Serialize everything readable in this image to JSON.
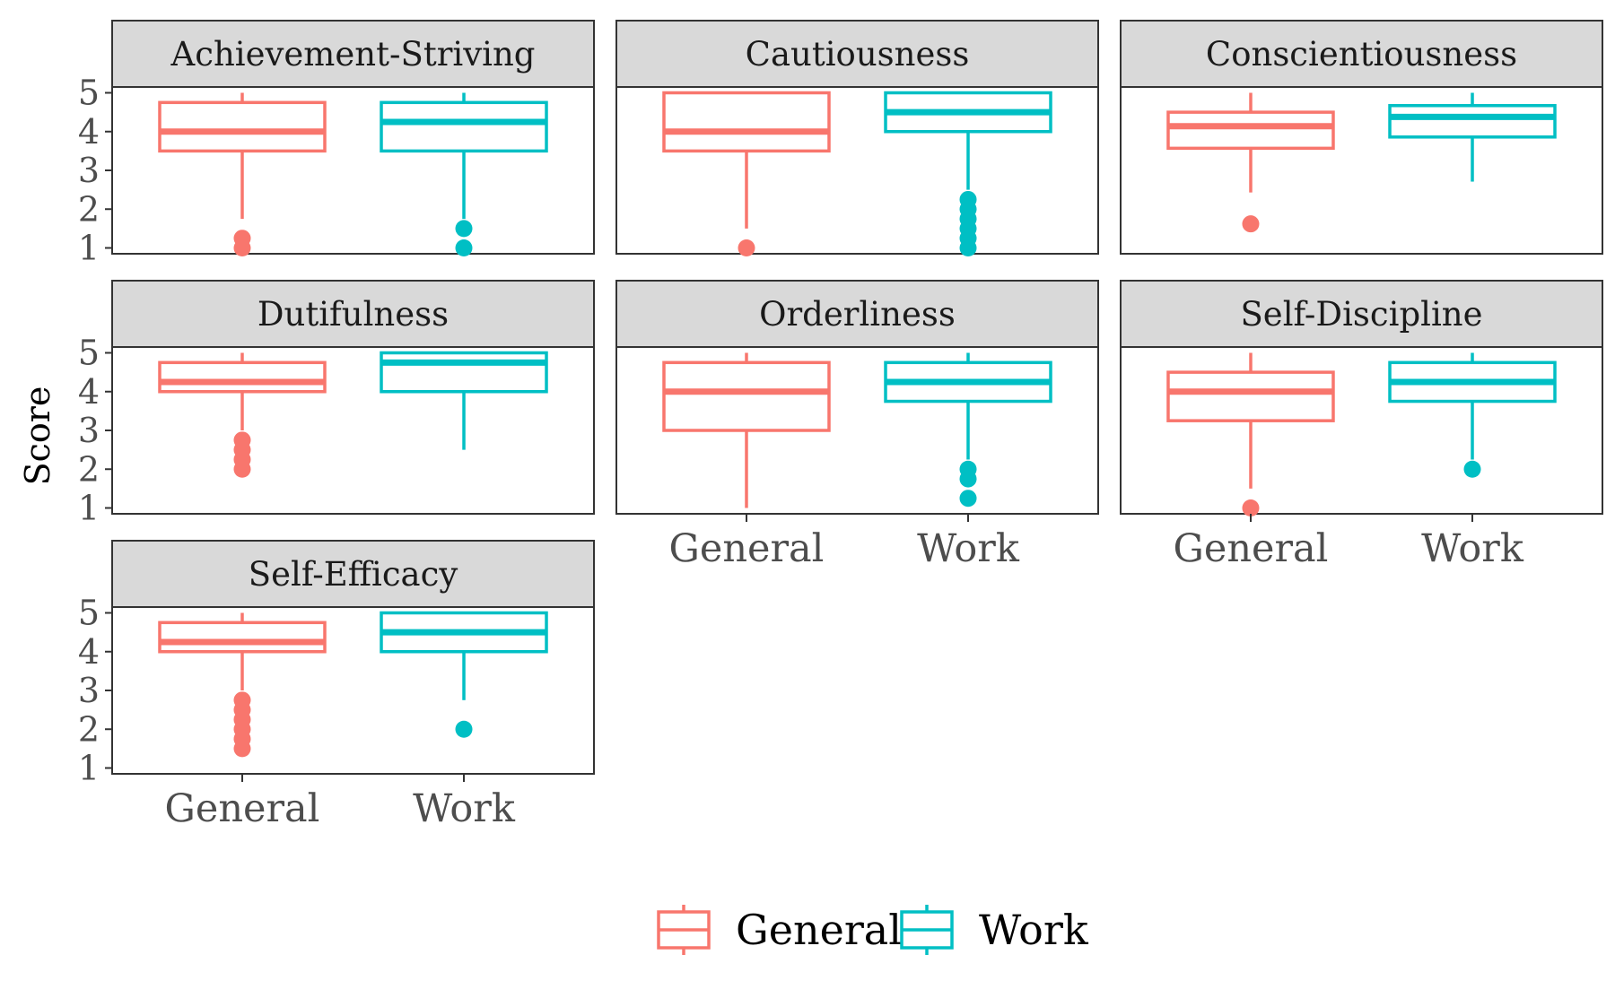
{
  "chart_data": {
    "type": "boxplot",
    "ylabel": "Score",
    "ylim": [
      1,
      5
    ],
    "yticks": [
      1,
      2,
      3,
      4,
      5
    ],
    "categories": [
      "General",
      "Work"
    ],
    "colors": {
      "General": "#F8766D",
      "Work": "#00BFC4"
    },
    "legend": {
      "position": "bottom",
      "entries": [
        "General",
        "Work"
      ]
    },
    "grid": false,
    "facets": [
      {
        "title": "Achievement-Striving",
        "boxes": [
          {
            "group": "General",
            "q1": 3.5,
            "median": 4.0,
            "q3": 4.75,
            "whisker_low": 1.75,
            "whisker_high": 5.0,
            "outliers": [
              1.0,
              1.25
            ]
          },
          {
            "group": "Work",
            "q1": 3.5,
            "median": 4.25,
            "q3": 4.75,
            "whisker_low": 1.75,
            "whisker_high": 5.0,
            "outliers": [
              1.0,
              1.5
            ]
          }
        ]
      },
      {
        "title": "Cautiousness",
        "boxes": [
          {
            "group": "General",
            "q1": 3.5,
            "median": 4.0,
            "q3": 5.0,
            "whisker_low": 1.5,
            "whisker_high": 5.0,
            "outliers": [
              1.0
            ]
          },
          {
            "group": "Work",
            "q1": 4.0,
            "median": 4.5,
            "q3": 5.0,
            "whisker_low": 2.5,
            "whisker_high": 5.0,
            "outliers": [
              1.0,
              1.25,
              1.5,
              1.75,
              2.0,
              2.25
            ]
          }
        ]
      },
      {
        "title": "Conscientiousness",
        "boxes": [
          {
            "group": "General",
            "q1": 3.57,
            "median": 4.14,
            "q3": 4.5,
            "whisker_low": 2.43,
            "whisker_high": 5.0,
            "outliers": [
              1.62
            ]
          },
          {
            "group": "Work",
            "q1": 3.86,
            "median": 4.38,
            "q3": 4.67,
            "whisker_low": 2.71,
            "whisker_high": 5.0,
            "outliers": []
          }
        ]
      },
      {
        "title": "Dutifulness",
        "boxes": [
          {
            "group": "General",
            "q1": 4.0,
            "median": 4.25,
            "q3": 4.75,
            "whisker_low": 3.0,
            "whisker_high": 5.0,
            "outliers": [
              2.0,
              2.25,
              2.5,
              2.75
            ]
          },
          {
            "group": "Work",
            "q1": 4.0,
            "median": 4.75,
            "q3": 5.0,
            "whisker_low": 2.5,
            "whisker_high": 5.0,
            "outliers": []
          }
        ]
      },
      {
        "title": "Orderliness",
        "boxes": [
          {
            "group": "General",
            "q1": 3.0,
            "median": 4.0,
            "q3": 4.75,
            "whisker_low": 1.0,
            "whisker_high": 5.0,
            "outliers": []
          },
          {
            "group": "Work",
            "q1": 3.75,
            "median": 4.25,
            "q3": 4.75,
            "whisker_low": 2.25,
            "whisker_high": 5.0,
            "outliers": [
              1.25,
              1.75,
              2.0
            ]
          }
        ]
      },
      {
        "title": "Self-Discipline",
        "boxes": [
          {
            "group": "General",
            "q1": 3.25,
            "median": 4.0,
            "q3": 4.5,
            "whisker_low": 1.5,
            "whisker_high": 5.0,
            "outliers": [
              1.0
            ]
          },
          {
            "group": "Work",
            "q1": 3.75,
            "median": 4.25,
            "q3": 4.75,
            "whisker_low": 2.25,
            "whisker_high": 5.0,
            "outliers": [
              2.0
            ]
          }
        ]
      },
      {
        "title": "Self-Efficacy",
        "boxes": [
          {
            "group": "General",
            "q1": 4.0,
            "median": 4.25,
            "q3": 4.75,
            "whisker_low": 3.0,
            "whisker_high": 5.0,
            "outliers": [
              1.5,
              1.75,
              2.0,
              2.25,
              2.5,
              2.75
            ]
          },
          {
            "group": "Work",
            "q1": 4.0,
            "median": 4.5,
            "q3": 5.0,
            "whisker_low": 2.75,
            "whisker_high": 5.0,
            "outliers": [
              2.0
            ]
          }
        ]
      }
    ]
  }
}
